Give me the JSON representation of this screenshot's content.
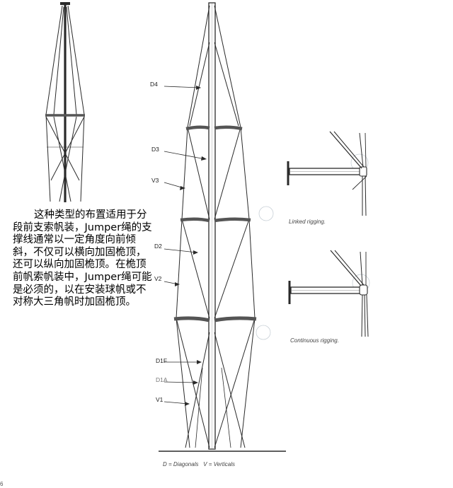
{
  "description_text": "这种类型的布置适用于分段前支索帆装，Jumper绳的支撑线通常以一定角度向前倾斜，不仅可以横向加固桅顶，还可以纵向加固桅顶。在桅顶前帆索帆装中，Jumper绳可能是必须的，以在安装球帆或不对称大三角帆时加固桅顶。",
  "labels": {
    "d4": "D4",
    "d3": "D3",
    "v3": "V3",
    "d2": "D2",
    "v2": "V2",
    "d1f": "D1F",
    "d1a": "D1A",
    "v1": "V1"
  },
  "captions": {
    "linked": "Linked rigging.",
    "continuous": "Continuous rigging.",
    "legend": "D = Diagonals   V = Verticals"
  },
  "corner_mark": "6",
  "colors": {
    "line": "#2a2a2a",
    "spreader": "#555555",
    "faint": "#c7cfd6"
  }
}
